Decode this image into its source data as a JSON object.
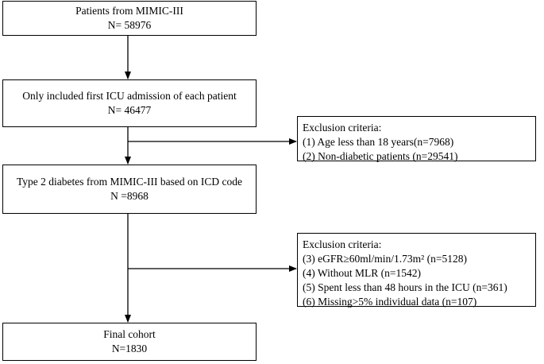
{
  "flowchart": {
    "box_patients": {
      "line1": "Patients from MIMIC-III",
      "line2": "N= 58976"
    },
    "box_first_icu": {
      "line1": "Only included first ICU admission of each patient",
      "line2": "N= 46477"
    },
    "box_exclusion_1": {
      "title": "Exclusion criteria:",
      "items": [
        "(1)  Age less than 18 years(n=7968)",
        "(2)  Non-diabetic patients (n=29541)"
      ]
    },
    "box_type2": {
      "line1": "Type 2 diabetes from MIMIC-III based on ICD code",
      "line2": "N =8968"
    },
    "box_exclusion_2": {
      "title": "Exclusion criteria:",
      "items": [
        "(3) eGFR≥60ml/min/1.73m² (n=5128)",
        "(4) Without MLR (n=1542)",
        "(5) Spent less than 48 hours in the ICU (n=361)",
        "(6) Missing>5% individual data (n=107)"
      ]
    },
    "box_final": {
      "line1": "Final cohort",
      "line2": "N=1830"
    },
    "colors": {
      "stroke": "#000000",
      "background": "#ffffff"
    }
  }
}
